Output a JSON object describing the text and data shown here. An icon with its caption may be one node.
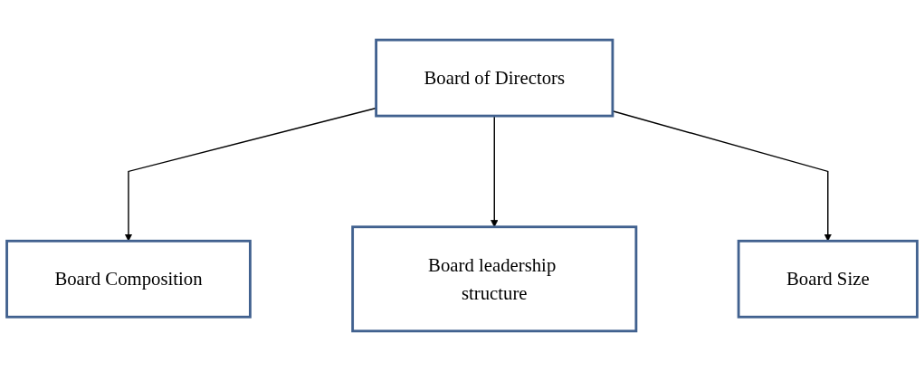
{
  "diagram": {
    "nodes": [
      {
        "text": [
          "Board of Directors"
        ]
      },
      {
        "text": [
          "Board Composition"
        ]
      },
      {
        "text": [
          "Board leadership structure"
        ]
      },
      {
        "text": [
          "Board Size"
        ]
      }
    ],
    "edges": [
      {
        "from": 0,
        "to": 1,
        "arrow": "to"
      },
      {
        "from": 0,
        "to": 2,
        "arrow": "to"
      },
      {
        "from": 0,
        "to": 3,
        "arrow": "to"
      }
    ]
  }
}
